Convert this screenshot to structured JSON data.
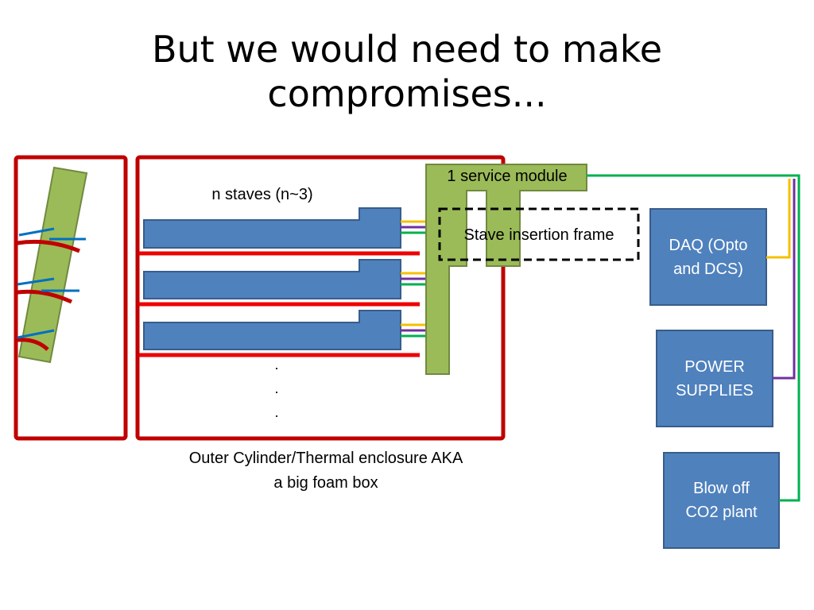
{
  "slide": {
    "title_line1": "But we would need to make",
    "title_line2": "compromises...",
    "staves_label": "n staves (n~3)",
    "service_module_label": "1 service module",
    "insertion_frame_label": "Stave insertion frame",
    "dots": [
      "·",
      "·",
      "·"
    ],
    "enclosure_label_line1": "Outer Cylinder/Thermal enclosure AKA",
    "enclosure_label_line2": "a big foam box",
    "daq_line1": "DAQ (Opto",
    "daq_line2": "and DCS)",
    "power_line1": "POWER",
    "power_line2": "SUPPLIES",
    "co2_line1": "Blow off",
    "co2_line2": "CO2 plant"
  },
  "colors": {
    "enclosure_red": "#c00000",
    "rail_red": "#ee0000",
    "stave_blue": "#4f81bd",
    "stave_border": "#385d8a",
    "module_green": "#9bbb59",
    "module_border": "#71893f",
    "line_yellow": "#f5c000",
    "line_purple": "#7030a0",
    "line_green": "#00b050",
    "line_blue": "#0070c0"
  }
}
